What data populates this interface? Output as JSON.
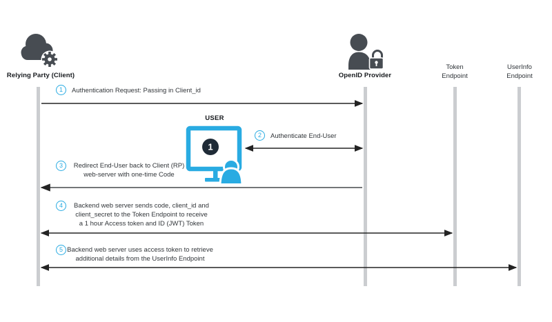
{
  "diagram": {
    "actors": {
      "relying_party": {
        "label": "Relying Party (Client)",
        "icon": "cloud-gear-icon"
      },
      "openid_provider": {
        "label": "OpenID Provider",
        "icon": "person-lock-icon"
      },
      "token_endpoint": {
        "line1": "Token",
        "line2": "Endpoint"
      },
      "userinfo_endpoint": {
        "line1": "UserInfo",
        "line2": "Endpoint"
      }
    },
    "user": {
      "label": "USER",
      "monitor_badge": "1",
      "icon": "monitor-person-icon"
    },
    "steps": [
      {
        "number": "1",
        "arrow": "relying-party to openid-provider, head right",
        "text_lines": [
          "Authentication Request: Passing in Client_id"
        ]
      },
      {
        "number": "2",
        "arrow": "user to openid-provider, double headed",
        "text_lines": [
          "Authenticate End-User"
        ]
      },
      {
        "number": "3",
        "arrow": "openid-provider to relying-party, head left",
        "text_lines": [
          "Redirect End-User back to Client (RP)",
          "web-server with one-time Code"
        ]
      },
      {
        "number": "4",
        "arrow": "relying-party to token-endpoint, double headed",
        "text_lines": [
          "Backend web server sends code, client_id and",
          "client_secret to the Token Endpoint to receive",
          "a 1 hour Access token and ID (JWT) Token"
        ]
      },
      {
        "number": "5",
        "arrow": "relying-party to userinfo-endpoint, double headed",
        "text_lines": [
          "Backend web server uses access token to retrieve",
          "additional details from the UserInfo Endpoint"
        ]
      }
    ],
    "colors": {
      "accent_cyan": "#29ABE2",
      "icon_charcoal": "#474C52",
      "badge_navy": "#1F2B37",
      "lifeline_gray": "#CBCDD0",
      "arrow_black": "#232323"
    }
  }
}
